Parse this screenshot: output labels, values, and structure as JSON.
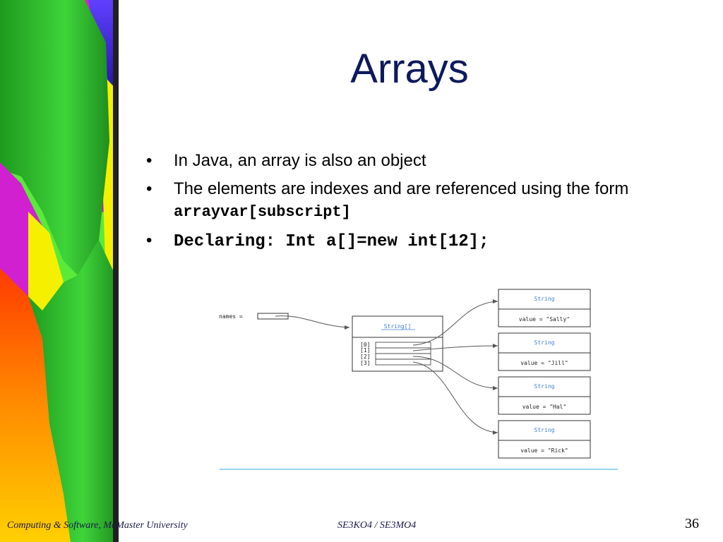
{
  "slide": {
    "title": "Arrays",
    "bullets": [
      {
        "marker": "•",
        "text": "In Java, an array is also an object"
      },
      {
        "marker": "•",
        "text": "The elements are indexes and are referenced using the form ",
        "code": "arrayvar[subscript]"
      },
      {
        "marker": "•",
        "code": "Declaring: Int a[]=new int[12];"
      }
    ]
  },
  "diagram": {
    "variable_label": "names =",
    "array_type": "String[]",
    "indices": [
      "[0]",
      "[1]",
      "[2]",
      "[3]"
    ],
    "objects": [
      {
        "type": "String",
        "value": "value = \"Sally\""
      },
      {
        "type": "String",
        "value": "value = \"Jill\""
      },
      {
        "type": "String",
        "value": "value = \"Hal\""
      },
      {
        "type": "String",
        "value": "value = \"Rick\""
      }
    ]
  },
  "footer": {
    "institution": "Computing & Software, McMaster University",
    "course": "SE3KO4 / SE3MO4",
    "page_number": "36"
  },
  "colors": {
    "title": "#0d1a5c",
    "diagram_link": "#3a7fd0",
    "art_green": "#3cc82a",
    "art_magenta": "#e020c8",
    "art_yellow": "#f5f000",
    "art_orange": "#ff8a00"
  }
}
